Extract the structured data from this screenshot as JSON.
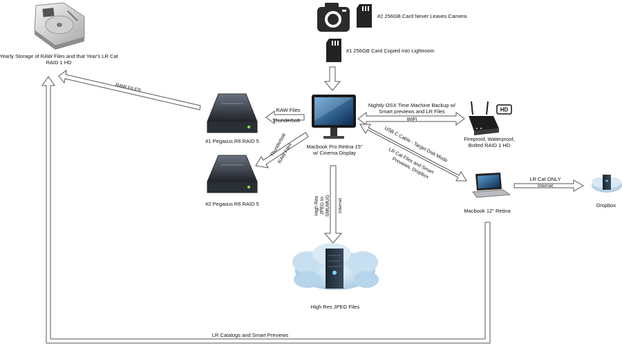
{
  "nodes": {
    "archive_hd": {
      "line1": "Yearly Storage of RAW Files and that Year's LR Cat",
      "line2": "RAID 1 HD",
      "icon": "hard-drive-icon"
    },
    "camera": {
      "icon": "camera-icon"
    },
    "card2": {
      "label": "#2 256GB Card Never Leaves Camera",
      "icon": "sd-card-icon"
    },
    "card1": {
      "label": "#1 256GB Card Copied into Lightroom",
      "icon": "sd-card-icon"
    },
    "pegasus1": {
      "label": "#1 Pegasus R6 RAID 5",
      "icon": "external-drive-icon"
    },
    "pegasus2": {
      "label": "#2 Pegasus R6 RAID 5",
      "icon": "external-drive-icon"
    },
    "macbook_pro": {
      "line1": "Macbook Pro Retina 15\"",
      "line2": "w/ Cinema Display",
      "icon": "monitor-icon"
    },
    "router": {
      "line1": "Fireproof, Waterproof,",
      "line2": "Bolted RAID 1 HD",
      "badge": "HD",
      "icon": "router-icon"
    },
    "macbook12": {
      "label": "Macbook 12\" Retina",
      "icon": "laptop-icon"
    },
    "dropbox": {
      "label": "Dropbox",
      "icon": "cloud-server-icon"
    },
    "cloud_jpeg": {
      "label": "High Res JPEG Files",
      "icon": "cloud-server-icon"
    }
  },
  "edges": {
    "raw_files_archive": "RAW FILES",
    "raw_files_top": "RAW Files",
    "thunderbolt_top": "Thunderbolt",
    "thunderbolt_lower": "Thunderbolt",
    "raw_files_lower": "RAW Files",
    "nightly_line1": "Nightly OSX Time Machine Backup w/",
    "nightly_line2": "Smart previews and LR Files",
    "wifi": "WiFi",
    "usbc": "USB C Cable - Target Disk Mode",
    "lrcat_line1": "LR Cat Files and Smart",
    "lrcat_line2": "Previews, Dropbox",
    "highres_line1": "High Res",
    "highres_line2": "JPEG to",
    "highres_line3": "SMUMUG",
    "internet_down": "Internet",
    "lrcat_only": "LR Cat ONLY",
    "internet_right": "Internet",
    "bottom": "LR Catalogs and Smart Previews"
  }
}
